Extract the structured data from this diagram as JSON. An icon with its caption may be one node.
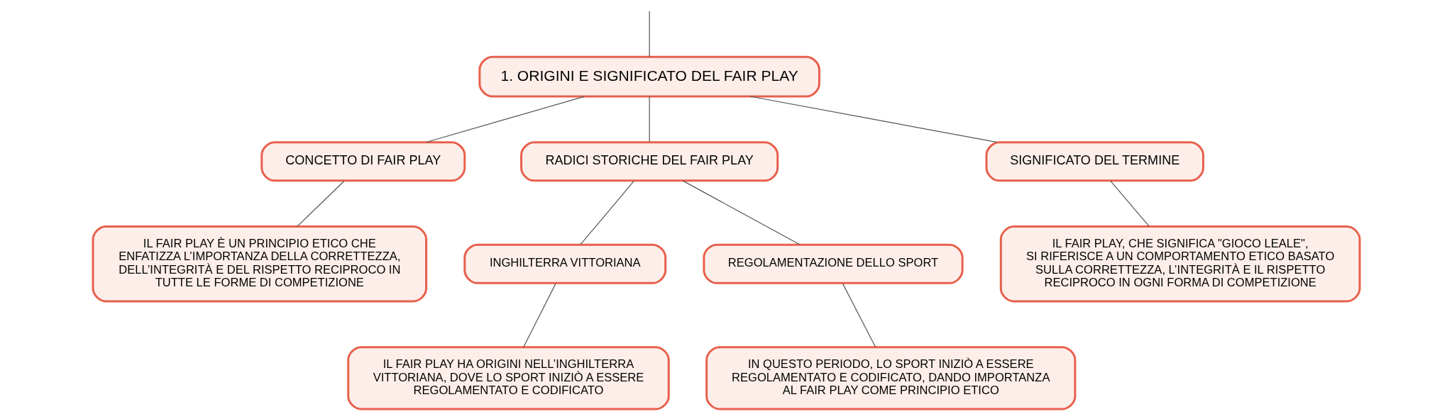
{
  "diagram": {
    "nodes": [
      {
        "text": [
          "1. ORIGINI E SIGNIFICATO DEL FAIR PLAY"
        ]
      },
      {
        "text": [
          "CONCETTO DI FAIR PLAY"
        ]
      },
      {
        "text": [
          "RADICI STORICHE DEL FAIR PLAY"
        ]
      },
      {
        "text": [
          "SIGNIFICATO DEL TERMINE"
        ]
      },
      {
        "text": [
          "IL FAIR PLAY È UN PRINCIPIO ETICO CHE ENFATIZZA L’IMPORTANZA DELLA CORRETTEZZA, DELL’INTEGRITÀ E DEL RISPETTO RECIPROCO IN TUTTE LE FORME DI COMPETIZIONE"
        ]
      },
      {
        "text": [
          "INGHILTERRA VITTORIANA"
        ]
      },
      {
        "text": [
          "REGOLAMENTAZIONE DELLO SPORT"
        ]
      },
      {
        "text": [
          "IL FAIR PLAY HA ORIGINI NELL’INGHILTERRA VITTORIANA, DOVE LO SPORT INIZIÒ A ESSERE REGOLAMENTATO E CODIFICATO"
        ]
      },
      {
        "text": [
          "IN QUESTO PERIODO, LO SPORT INIZIÒ A ESSERE REGOLAMENTATO E CODIFICATO, DANDO IMPORTANZA AL FAIR PLAY COME PRINCIPIO ETICO"
        ]
      },
      {
        "text": [
          "IL FAIR PLAY, CHE SIGNIFICA \"GIOCO LEALE\", SI RIFERISCE A UN COMPORTAMENTO ETICO BASATO SULLA CORRETTEZZA, L’INTEGRITÀ E IL RISPETTO RECIPROCO IN OGNI FORMA DI COMPETIZIONE"
        ]
      }
    ],
    "edges": [
      {
        "from": null,
        "to": 0,
        "arrow": "none"
      },
      {
        "from": 0,
        "to": 1,
        "arrow": "none"
      },
      {
        "from": 0,
        "to": 2,
        "arrow": "none"
      },
      {
        "from": 0,
        "to": 3,
        "arrow": "none"
      },
      {
        "from": 1,
        "to": 4,
        "arrow": "none"
      },
      {
        "from": 2,
        "to": 5,
        "arrow": "none"
      },
      {
        "from": 2,
        "to": 6,
        "arrow": "none"
      },
      {
        "from": 5,
        "to": 7,
        "arrow": "none"
      },
      {
        "from": 6,
        "to": 8,
        "arrow": "none"
      },
      {
        "from": 3,
        "to": 9,
        "arrow": "none"
      }
    ]
  }
}
